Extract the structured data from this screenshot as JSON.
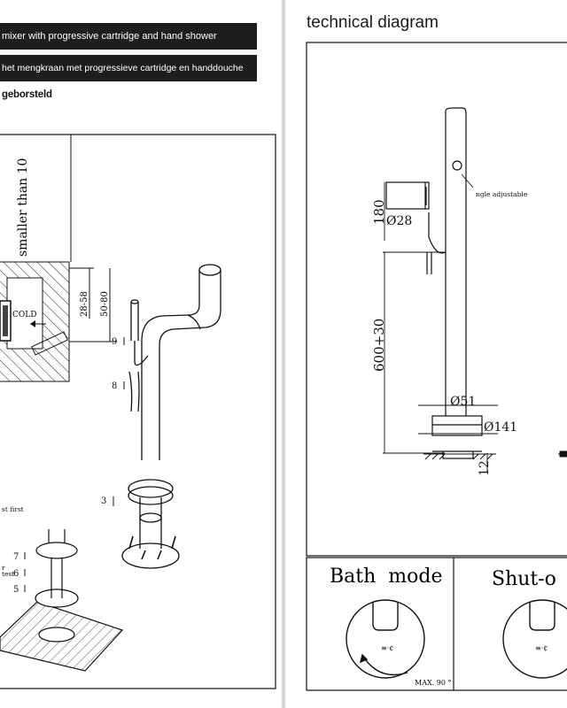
{
  "left_page": {
    "title_en": "mixer with progressive cartridge and hand shower",
    "title_nl": "het mengkraan met progressieve cartridge en handdouche",
    "finish": "geborsteld",
    "install_diagram": {
      "dim_vertical": "smaller than 10",
      "dim_28_58": "28-58",
      "dim_50_80": "50-80",
      "cold_label": "COLD",
      "step_labels": [
        "9",
        "8",
        "3",
        "7",
        "6",
        "5"
      ],
      "note_first": "st first",
      "note_r": "r",
      "note_test": "test"
    }
  },
  "right_page": {
    "section_title": "technical diagram",
    "dimensions": {
      "height_180": "180",
      "dia_28": "Ø28",
      "angle": "ngle adjustable",
      "height_600": "600+30",
      "dia_51": "Ø51",
      "dia_141": "Ø141",
      "height_12": "12"
    },
    "modes": {
      "bath_label": "Bath  mode",
      "shut_label": "Shut-o",
      "max_label": "MAX. 90 °"
    }
  }
}
